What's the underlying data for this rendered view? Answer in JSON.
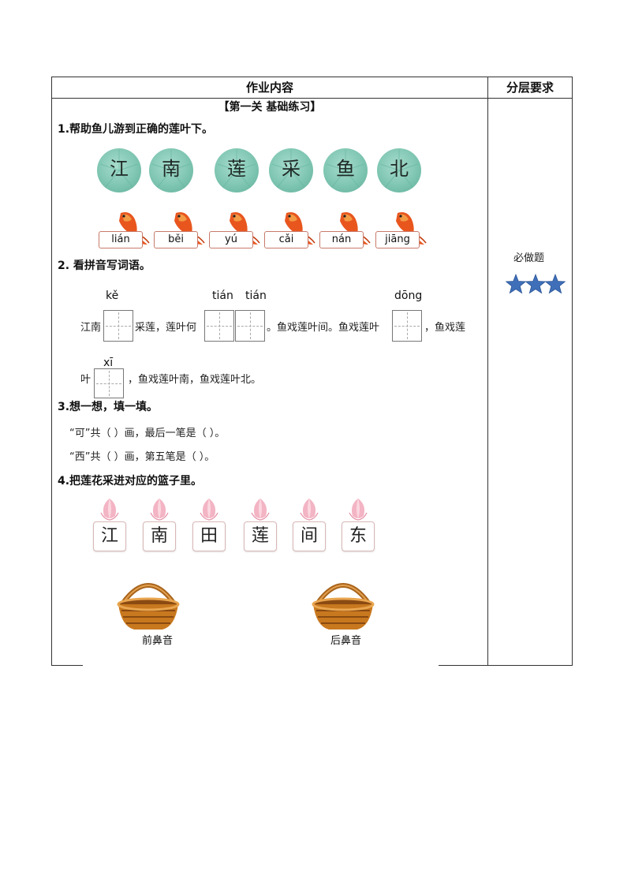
{
  "header": {
    "col1": "作业内容",
    "col2": "分层要求"
  },
  "section": "【第一关  基础练习】",
  "q1": {
    "title": "1.帮助鱼儿游到正确的莲叶下。",
    "leaves": [
      "江",
      "南",
      "莲",
      "采",
      "鱼",
      "北"
    ],
    "pinyin": [
      "lián",
      "běi",
      "yú",
      "cǎi",
      "nán",
      "jiāng"
    ]
  },
  "q2": {
    "title": "2. 看拼音写词语。",
    "pinyin": [
      "kě",
      "tián",
      "tián",
      "dōng",
      "xī"
    ],
    "text": {
      "t1": "江南",
      "t2": "采莲，莲叶何",
      "t3": "。鱼戏莲叶间。鱼戏莲叶",
      "t4": "，鱼戏莲",
      "t5": "叶",
      "t6": "，鱼戏莲叶南，鱼戏莲叶北。"
    }
  },
  "q3": {
    "title": "3.想一想，填一填。",
    "line1": "“可”共（     ）画，最后一笔是（     ）。",
    "line2": "“西”共（     ）画，第五笔是（     ）。"
  },
  "q4": {
    "title": "4.把莲花采进对应的篮子里。",
    "flowers": [
      "江",
      "南",
      "田",
      "莲",
      "间",
      "东"
    ],
    "baskets": [
      "前鼻音",
      "后鼻音"
    ]
  },
  "side": {
    "label": "必做题",
    "stars": 3
  },
  "colors": {
    "leaf": "#7fc6b2",
    "fish": "#e8561e",
    "star": "#3f6fb8",
    "tag_border": "#c77a6a"
  }
}
